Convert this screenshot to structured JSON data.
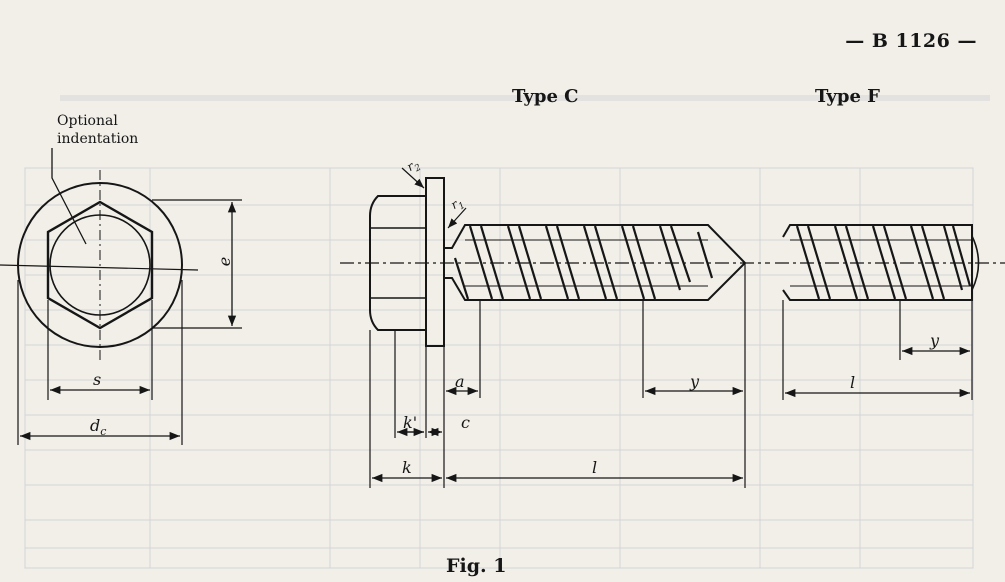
{
  "header": {
    "standard_number": "— B 1126 —"
  },
  "views": {
    "type_c_label": "Type C",
    "type_f_label": "Type F",
    "optional_note_line1": "Optional",
    "optional_note_line2": "indentation"
  },
  "dimensions": {
    "e": "e",
    "s": "s",
    "dc": "d",
    "dc_sub": "c",
    "r1": "r",
    "r1_sub": "1",
    "r2": "r",
    "r2_sub": "2",
    "a": "a",
    "c": "c",
    "k": "k",
    "k_prime": "k'",
    "l_c": "l",
    "y_c": "y",
    "l_f": "l",
    "y_f": "y"
  },
  "caption": {
    "figure_label": "Fig. 1"
  }
}
